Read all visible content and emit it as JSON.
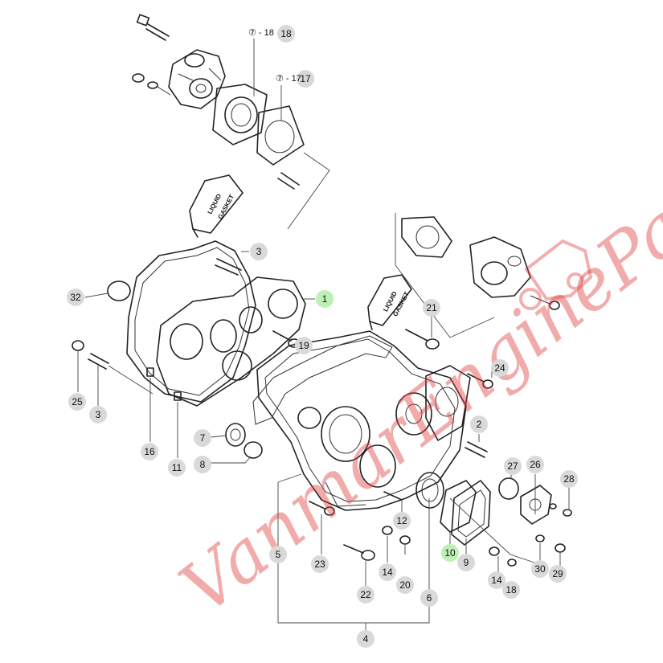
{
  "diagram": {
    "callouts": [
      "18",
      "17",
      "3",
      "1",
      "32",
      "19",
      "21",
      "24",
      "25",
      "3",
      "16",
      "11",
      "7",
      "8",
      "2",
      "27",
      "26",
      "28",
      "12",
      "5",
      "23",
      "14",
      "20",
      "10",
      "9",
      "14",
      "18",
      "30",
      "29",
      "22",
      "6",
      "4"
    ],
    "ring_callouts": [
      "⑦ - 18",
      "⑦ - 17"
    ],
    "highlighted_callouts": [
      "1",
      "10"
    ],
    "tube_labels": [
      "LIQUID",
      "GASKET"
    ],
    "watermark": "VanmarEngineParts",
    "colors": {
      "callout_bg": "#d9d9d9",
      "highlight_bg": "#bdf0b4",
      "watermark": "#e23a3a",
      "line": "#222222"
    }
  }
}
